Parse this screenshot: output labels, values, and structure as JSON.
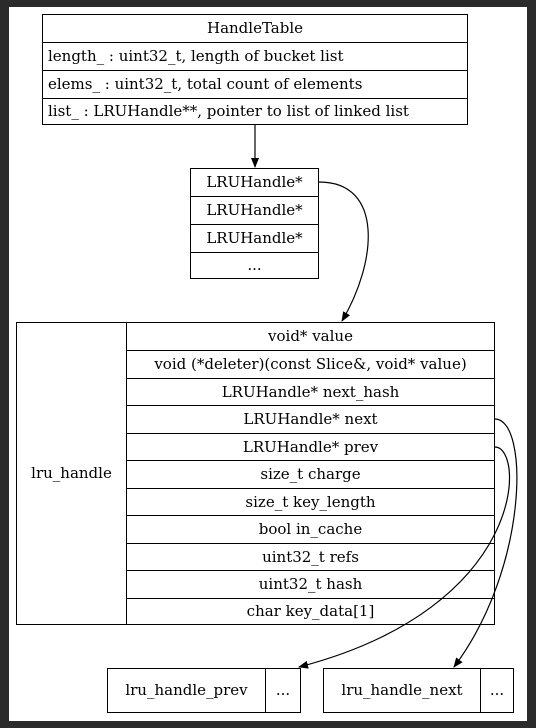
{
  "handle_table": {
    "title": "HandleTable",
    "fields": [
      "length_ : uint32_t, length of bucket list",
      "elems_ : uint32_t, total count of elements",
      "list_ : LRUHandle**, pointer to list of linked list"
    ]
  },
  "bucket_list": {
    "items": [
      "LRUHandle*",
      "LRUHandle*",
      "LRUHandle*",
      "..."
    ]
  },
  "lru_handle": {
    "label": "lru_handle",
    "fields": [
      "void* value",
      "void (*deleter)(const Slice&, void* value)",
      "LRUHandle* next_hash",
      "LRUHandle* next",
      "LRUHandle* prev",
      "size_t charge",
      "size_t key_length",
      "bool in_cache",
      "uint32_t refs",
      "uint32_t hash",
      "char key_data[1]"
    ]
  },
  "prev_node": {
    "label": "lru_handle_prev",
    "more": "..."
  },
  "next_node": {
    "label": "lru_handle_next",
    "more": "..."
  }
}
